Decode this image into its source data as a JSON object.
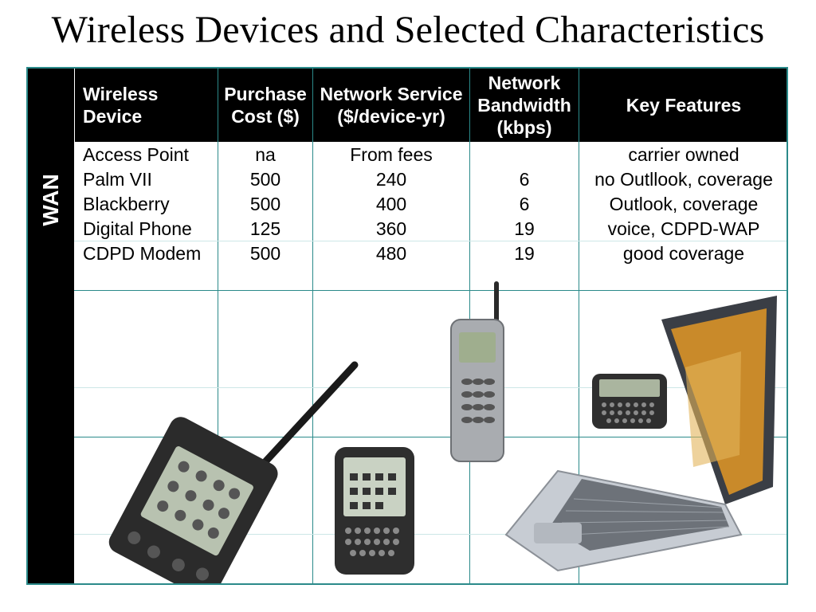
{
  "title": "Wireless Devices and Selected Characteristics",
  "side_label": "WAN",
  "table": {
    "headers": [
      "Wireless\nDevice",
      "Purchase\nCost ($)",
      "Network Service\n($/device-yr)",
      "Network\nBandwidth\n(kbps)",
      "Key Features"
    ],
    "rows": [
      {
        "device": "Access Point",
        "cost": "na",
        "service": "From fees",
        "bandwidth": "",
        "features": "carrier owned"
      },
      {
        "device": "Palm VII",
        "cost": "500",
        "service": "240",
        "bandwidth": "6",
        "features": "no Outllook, coverage"
      },
      {
        "device": "Blackberry",
        "cost": "500",
        "service": "400",
        "bandwidth": "6",
        "features": "Outlook, coverage"
      },
      {
        "device": "Digital Phone",
        "cost": "125",
        "service": "360",
        "bandwidth": "19",
        "features": "voice, CDPD-WAP"
      },
      {
        "device": "CDPD Modem",
        "cost": "500",
        "service": "480",
        "bandwidth": "19",
        "features": "good coverage"
      }
    ]
  },
  "images": {
    "palm": "palm-vii-device",
    "blackberry": "blackberry-device",
    "phone": "nokia-phone-device",
    "pager": "pager-device",
    "laptop": "laptop-device"
  },
  "colors": {
    "grid": "#2b8a8a",
    "header_bg": "#000000",
    "title": "#000000"
  }
}
